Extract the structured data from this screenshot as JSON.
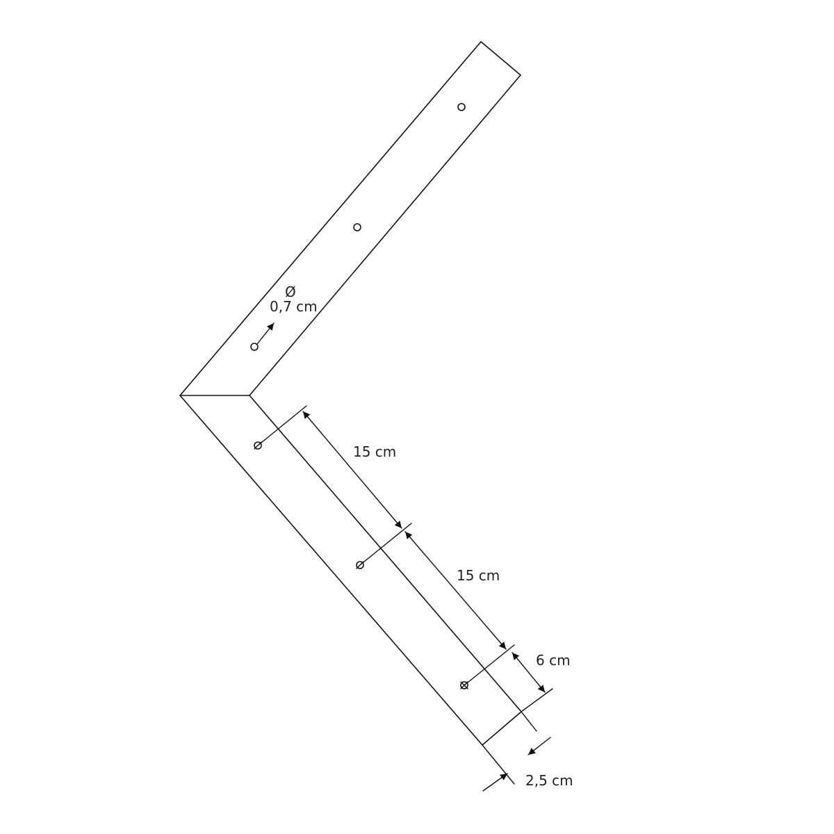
{
  "diagram": {
    "description_labels": {
      "hole_diameter_symbol": "Ø",
      "hole_diameter_value": "0,7 cm",
      "spacing_1": "15 cm",
      "spacing_2": "15 cm",
      "end_offset": "6 cm",
      "width": "2,5 cm"
    }
  }
}
